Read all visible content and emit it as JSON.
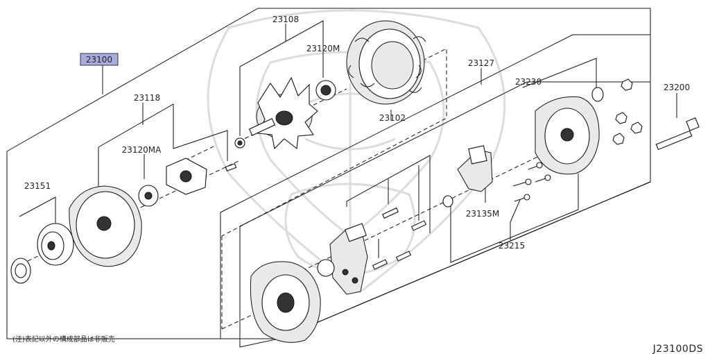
{
  "diagram": {
    "main_part": "23100",
    "main_part_highlight": "#a9abdf",
    "labels": {
      "p23108": "23108",
      "p23120M": "23120M",
      "p23127": "23127",
      "p23230": "23230",
      "p23200": "23200",
      "p23118": "23118",
      "p23102": "23102",
      "p23120MA": "23120MA",
      "p23151": "23151",
      "p23135M": "23135M",
      "p23215": "23215"
    },
    "footnote": "(注)表記以外の構成部品は非販売",
    "drawing_code": "J23100DS"
  }
}
